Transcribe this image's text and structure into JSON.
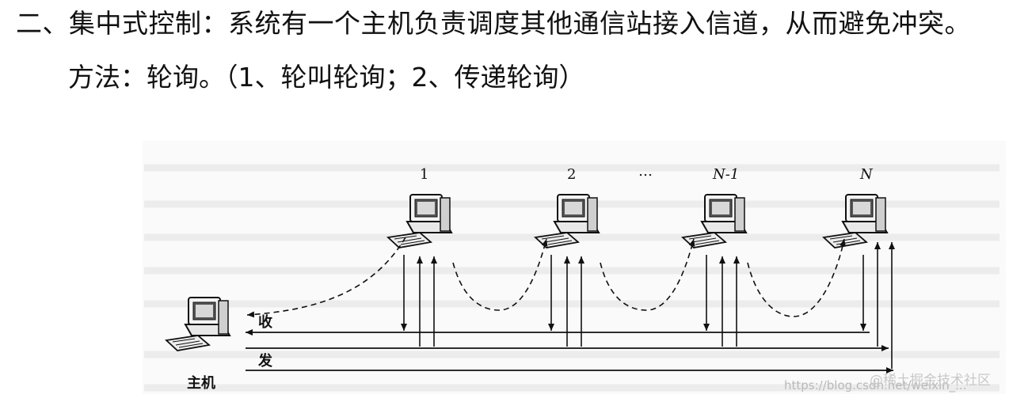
{
  "heading": "二、集中式控制：系统有一个主机负责调度其他通信站接入信道，从而避免冲突。",
  "method": "方法：轮询。（1、轮叫轮询；2、传递轮询）",
  "diagram": {
    "stations": [
      {
        "label": "1",
        "italic": false
      },
      {
        "label": "2",
        "italic": false
      },
      {
        "label": "…",
        "italic": false
      },
      {
        "label": "N-1",
        "italic": true
      },
      {
        "label": "N",
        "italic": true
      }
    ],
    "host_label": "主机",
    "receive_label": "收",
    "send_label": "发"
  },
  "watermark": {
    "url": "https://blog.csdn.net/weixin_...",
    "brand": "@稀土掘金技术社区"
  }
}
